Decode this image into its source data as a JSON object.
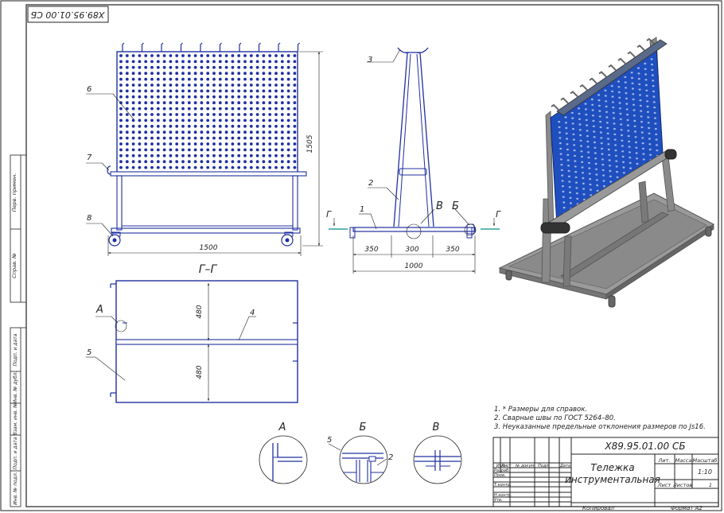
{
  "sheet": {
    "designation": "Х89.95.01.00 СБ",
    "designation_rotated": "Х89.95.01.00 СБ",
    "title_line1": "Тележка",
    "title_line2": "инструментальная",
    "scale": "1:10",
    "sheet_no": "1",
    "copied": "Копировал",
    "format": "Формат  А2"
  },
  "title_block": {
    "col_izm": "Изм",
    "col_list": "Лист",
    "col_doc": "№ докум.",
    "col_sign": "Подп.",
    "col_date": "Дата",
    "row_razrab": "Разраб.",
    "row_prov": "Пров.",
    "row_tkontr": "Т.контр.",
    "row_nkontr": "Н.контр.",
    "row_utv": "Утв.",
    "lit": "Лит.",
    "mass": "Масса",
    "scale_head": "Масштаб",
    "list": "Лист",
    "lists": "Листов"
  },
  "side_stamp": {
    "perv_primen": "Перв. примен.",
    "sprav_no": "Справ. №",
    "podp_data_1": "Подп. и дата",
    "inv_dubl": "Инв. № дубл.",
    "vzam_inv": "Взам. инв. №",
    "podp_data_2": "Подп. и дата",
    "inv_podl": "Инв. № подл."
  },
  "views": {
    "section_label": "Г–Г",
    "cut_mark": "Г",
    "detail_a": "А",
    "detail_b": "Б",
    "detail_v": "В"
  },
  "dimensions": {
    "front_width": "1500",
    "front_height": "1505",
    "side_a": "350",
    "side_b": "300",
    "side_c": "350",
    "side_total": "1000",
    "plan_half_1": "480",
    "plan_half_2": "480"
  },
  "leaders": {
    "p1": "1",
    "p2": "2",
    "p3": "3",
    "p4": "4",
    "p5": "5",
    "p6": "6",
    "p7": "7",
    "p8": "8",
    "detail_b_5": "5",
    "detail_b_2": "2"
  },
  "notes": [
    "1. * Размеры для справок.",
    "2. Сварные швы по ГОСТ 5264–80.",
    "3. Неуказанные предельные отклонения размеров по Js16."
  ],
  "colors": {
    "panel_blue": "#1f4fbf",
    "line_blue": "#2030a0",
    "frame_gray": "#8a8a8a"
  }
}
